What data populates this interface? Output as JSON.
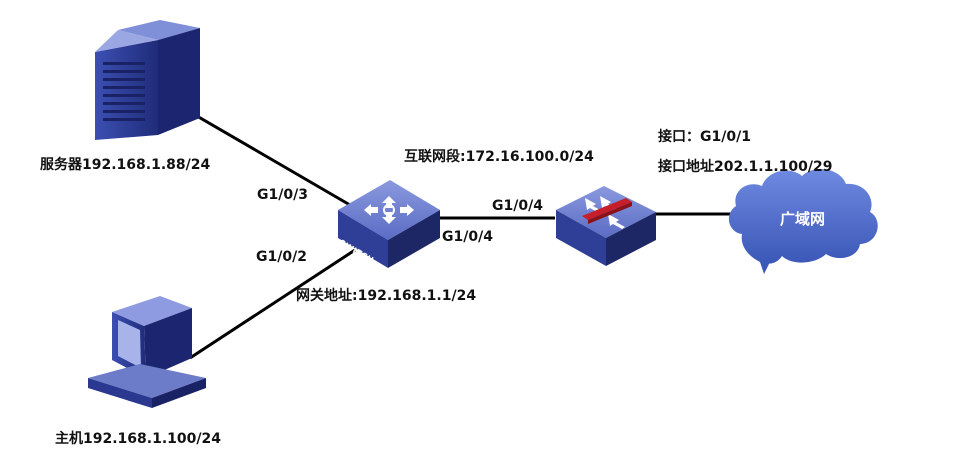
{
  "nodes": {
    "server": {
      "label": "服务器192.168.1.88/24"
    },
    "host": {
      "label": "主机192.168.1.100/24"
    },
    "switch": {
      "badge": "SWITCH",
      "gateway_label": "网关地址:192.168.1.1/24"
    },
    "firewall": {
      "interface_label": "接口：G1/0/1",
      "interface_address_label": "接口地址202.1.1.100/29"
    },
    "wan": {
      "label": "广域网"
    }
  },
  "links": {
    "server_switch_port": "G1/0/3",
    "host_switch_port": "G1/0/2",
    "switch_firewall_port_a": "G1/0/4",
    "switch_firewall_port_b": "G1/0/4",
    "interconnect_label": "互联网段:172.16.100.0/24"
  },
  "colors": {
    "device_blue": "#2f3f98",
    "device_light": "#6b7cc9",
    "device_dark": "#1d2766",
    "cloud_blue": "#4f6fd0",
    "link": "#000000",
    "firewall_red": "#c41f2a"
  }
}
